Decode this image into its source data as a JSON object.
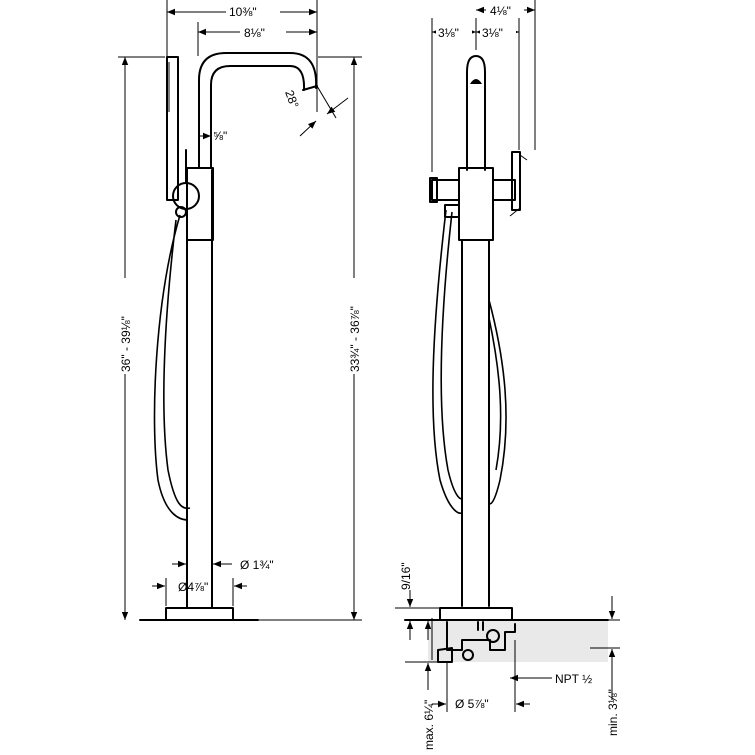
{
  "labels": {
    "left_overall_width": "10⅜\"",
    "left_spout_reach": "8⅛\"",
    "left_spout_angle": "28°",
    "left_handshower_offset": "⅝\"",
    "left_pipe_diameter": "Ø 1¾\"",
    "left_base_diameter": "Ø4⅞\"",
    "left_total_height": "36\" - 39⅛\"",
    "left_spout_height": "33¾\" - 36⅞\"",
    "right_top_width": "4⅛\"",
    "right_left_offset": "3⅛\"",
    "right_right_offset": "3⅛\"",
    "right_base_thickness": "9/16\"",
    "right_thread": "NPT ½",
    "right_rough_diameter": "Ø 5⅞\"",
    "right_max_depth": "max. 6¼\"",
    "right_min_depth": "min. 3⅛\""
  },
  "colors": {
    "line": "#000000",
    "floor": "#e9e9e9",
    "background": "#ffffff"
  }
}
